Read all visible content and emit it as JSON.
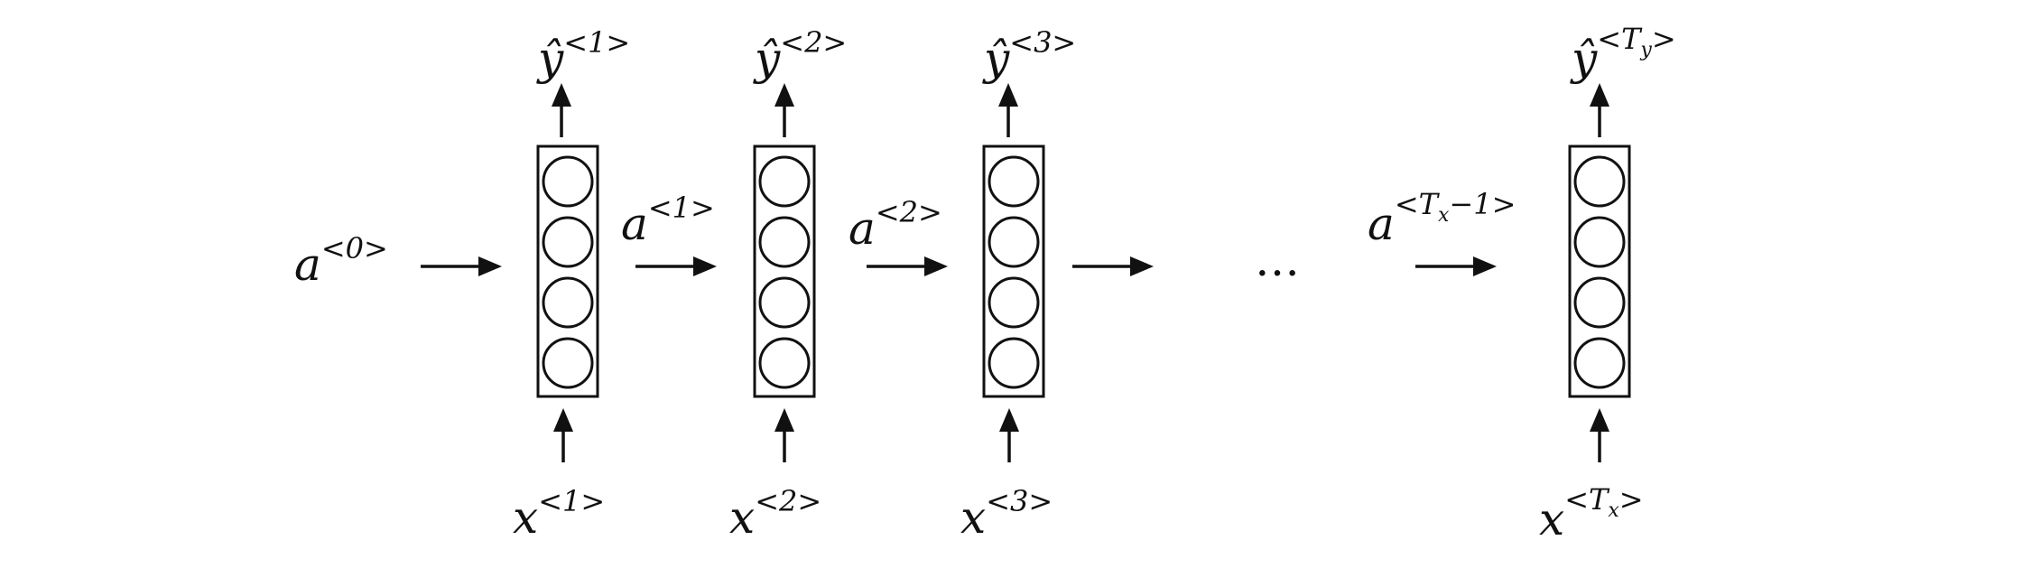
{
  "labels": {
    "y1": {
      "base": "ŷ",
      "sup": "<1>"
    },
    "y2": {
      "base": "ŷ",
      "sup": "<2>"
    },
    "y3": {
      "base": "ŷ",
      "sup": "<3>"
    },
    "yTy": {
      "base": "ŷ",
      "sup_open": "<",
      "sup_T": "T",
      "sup_sub": "y",
      "sup_close": ">"
    },
    "a0": {
      "base": "a",
      "sup": "<0>"
    },
    "a1": {
      "base": "a",
      "sup": "<1>"
    },
    "a2": {
      "base": "a",
      "sup": "<2>"
    },
    "aTx": {
      "base": "a",
      "sup_open": "<",
      "sup_T": "T",
      "sup_sub": "x",
      "sup_rest": "−1>"
    },
    "x1": {
      "base": "x",
      "sup": "<1>"
    },
    "x2": {
      "base": "x",
      "sup": "<2>"
    },
    "x3": {
      "base": "x",
      "sup": "<3>"
    },
    "xTx": {
      "base": "x",
      "sup_open": "<",
      "sup_T": "T",
      "sup_sub": "x",
      "sup_close": ">"
    },
    "ellipsis": "…"
  }
}
